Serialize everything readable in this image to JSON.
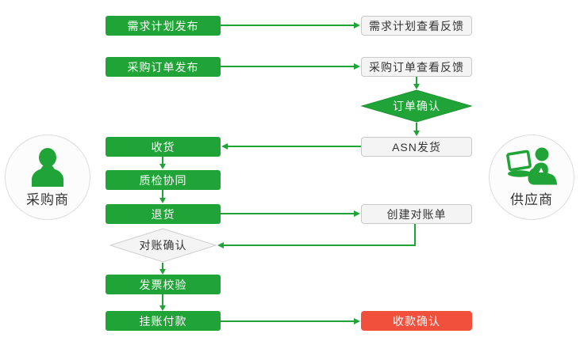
{
  "palette": {
    "green": "#21a437",
    "green_dark": "#1d9331",
    "red": "#f0503c",
    "text_dark": "#333333",
    "box_fill": "#f4f4f4",
    "box_border": "#c9c9c9",
    "circle_fill": "#fcfcfc",
    "circle_border": "#dcdcdc"
  },
  "actors": {
    "buyer": {
      "label": "采购商"
    },
    "supplier": {
      "label": "供应商"
    }
  },
  "nodes": {
    "demand_plan_publish": {
      "label": "需求计划发布"
    },
    "demand_plan_feedback": {
      "label": "需求计划查看反馈"
    },
    "po_publish": {
      "label": "采购订单发布"
    },
    "po_feedback": {
      "label": "采购订单查看反馈"
    },
    "order_confirm": {
      "label": "订单确认"
    },
    "receive_goods": {
      "label": "收货"
    },
    "asn_ship": {
      "label": "ASN发货"
    },
    "quality_collab": {
      "label": "质检协同"
    },
    "return_goods": {
      "label": "退货"
    },
    "create_statement": {
      "label": "创建对账单"
    },
    "statement_confirm": {
      "label": "对账确认"
    },
    "invoice_verify": {
      "label": "发票校验"
    },
    "book_payment": {
      "label": "挂账付款"
    },
    "receipt_confirm": {
      "label": "收款确认"
    }
  }
}
